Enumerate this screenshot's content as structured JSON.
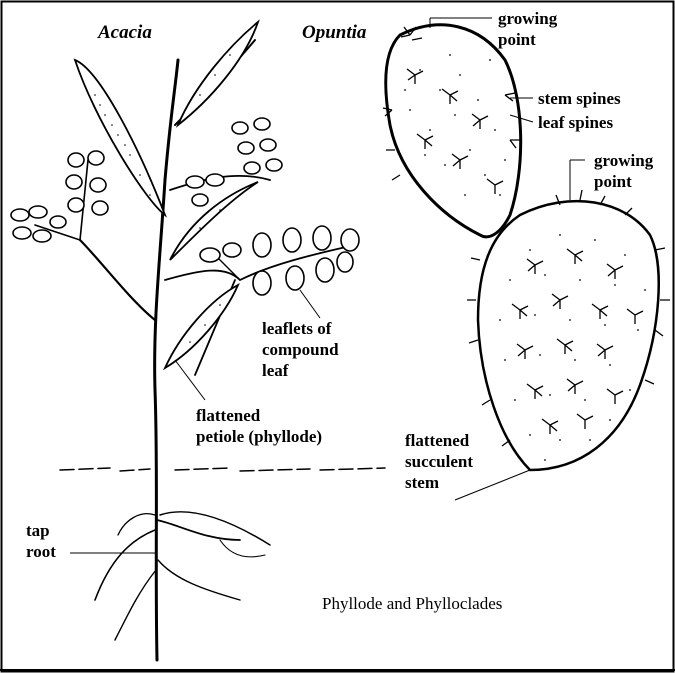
{
  "plants": {
    "acacia": "Acacia",
    "opuntia": "Opuntia"
  },
  "labels": {
    "growing_point_top": [
      "growing",
      "point"
    ],
    "stem_spines": "stem spines",
    "leaf_spines": "leaf spines",
    "growing_point_right": [
      "growing",
      "point"
    ],
    "leaflets": [
      "leaflets of",
      "compound",
      "leaf"
    ],
    "phyllode": [
      "flattened",
      "petiole (phyllode)"
    ],
    "succulent_stem": [
      "flattened",
      "succulent",
      "stem"
    ],
    "tap_root": [
      "tap",
      "root"
    ]
  },
  "caption": "Phyllode and Phylloclades"
}
